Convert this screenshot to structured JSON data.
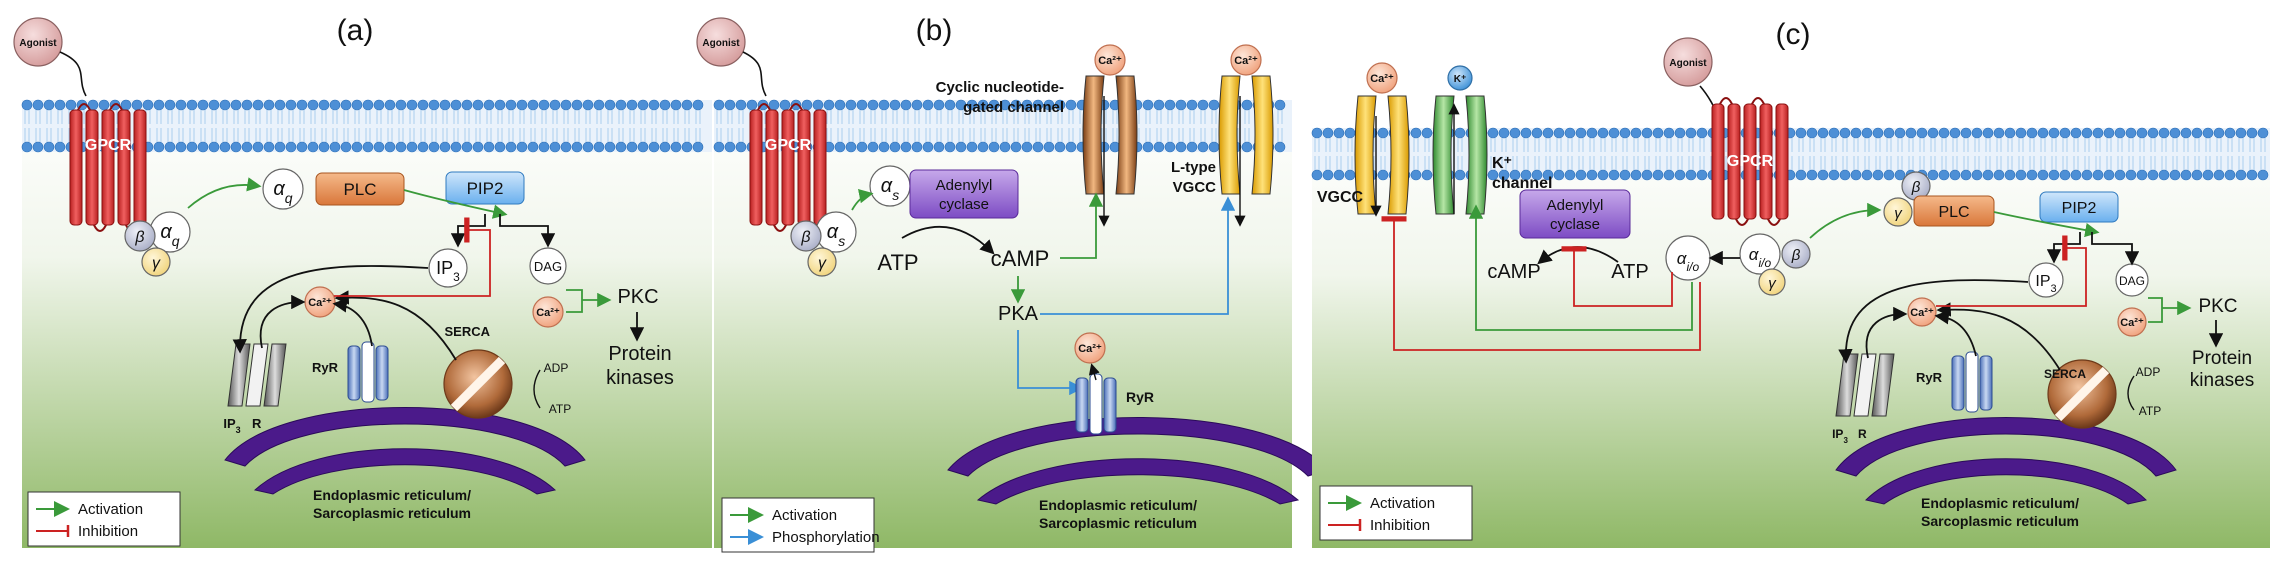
{
  "panels": [
    {
      "label": "(a)",
      "agonist": "Agonist",
      "receptor": "GPCR",
      "gbeta": "β",
      "ggamma": "γ",
      "galpha_main": "α",
      "galpha_sub": "q",
      "plc": "PLC",
      "pip2": "PIP2",
      "ip3_main": "IP",
      "ip3_sub": "3",
      "dag": "DAG",
      "ca": "Ca²⁺",
      "pkc": "PKC",
      "protein_kinases_1": "Protein",
      "protein_kinases_2": "kinases",
      "ip3r_main": "IP",
      "ip3r_sub": "3",
      "ip3r_tail": "R",
      "ryr": "RyR",
      "serca": "SERCA",
      "adp": "ADP",
      "atp": "ATP",
      "er_line1": "Endoplasmic reticulum/",
      "er_line2": "Sarcoplasmic reticulum",
      "legend": [
        {
          "label": "Activation",
          "color": "#3a9a3a"
        },
        {
          "label": "Inhibition",
          "color": "#cc2222"
        }
      ]
    },
    {
      "label": "(b)",
      "agonist": "Agonist",
      "receptor": "GPCR",
      "gbeta": "β",
      "ggamma": "γ",
      "galpha_main": "α",
      "galpha_sub": "s",
      "adenylyl_1": "Adenylyl",
      "adenylyl_2": "cyclase",
      "atp": "ATP",
      "camp": "cAMP",
      "pka": "PKA",
      "ca": "Ca²⁺",
      "cng_1": "Cyclic nucleotide-",
      "cng_2": "gated channel",
      "ltype_1": "L-type",
      "ltype_2": "VGCC",
      "ryr": "RyR",
      "er_line1": "Endoplasmic reticulum/",
      "er_line2": "Sarcoplasmic reticulum",
      "legend": [
        {
          "label": "Activation",
          "color": "#3a9a3a"
        },
        {
          "label": "Phosphorylation",
          "color": "#3a8fd6"
        }
      ]
    },
    {
      "label": "(c)",
      "agonist": "Agonist",
      "receptor": "GPCR",
      "gbeta": "β",
      "ggamma": "γ",
      "galpha_main": "α",
      "galpha_sub": "i/o",
      "ca": "Ca²⁺",
      "k": "K⁺",
      "vgcc": "VGCC",
      "k_channel_1": "K⁺",
      "k_channel_2": "channel",
      "adenylyl_1": "Adenylyl",
      "adenylyl_2": "cyclase",
      "camp": "cAMP",
      "atp": "ATP",
      "plc": "PLC",
      "pip2": "PIP2",
      "ip3_main": "IP",
      "ip3_sub": "3",
      "dag": "DAG",
      "pkc": "PKC",
      "protein_kinases_1": "Protein",
      "protein_kinases_2": "kinases",
      "ip3r_main": "IP",
      "ip3r_sub": "3",
      "ip3r_tail": "R",
      "ryr": "RyR",
      "serca": "SERCA",
      "adp": "ADP",
      "er_line1": "Endoplasmic reticulum/",
      "er_line2": "Sarcoplasmic reticulum",
      "legend": [
        {
          "label": "Activation",
          "color": "#3a9a3a"
        },
        {
          "label": "Inhibition",
          "color": "#cc2222"
        }
      ]
    }
  ],
  "colors": {
    "activation": "#3a9a3a",
    "inhibition": "#cc2222",
    "phosphorylation": "#3a8fd6",
    "gpcr": "#d93a3a",
    "er": "#4b1a8a",
    "membrane": "#4d8fd6",
    "cytosol_top": "#ffffff",
    "cytosol_bottom": "#8fb866"
  }
}
